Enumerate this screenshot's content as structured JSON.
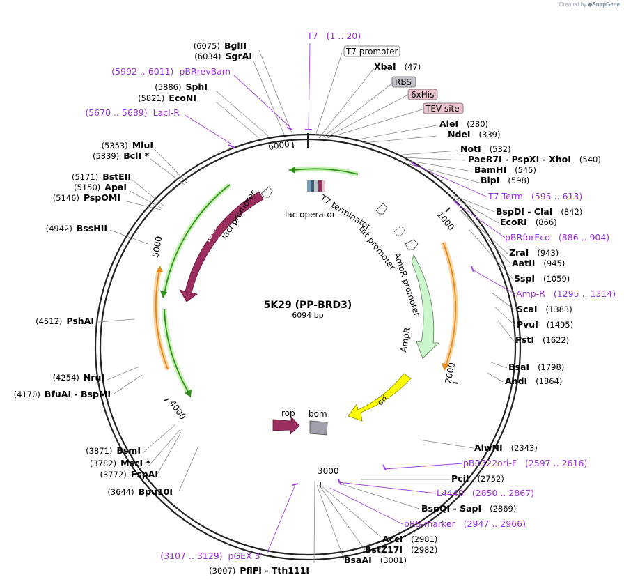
{
  "watermark": {
    "prefix": "Created by",
    "brand": "SnapGene"
  },
  "plasmid": {
    "name": "5K29 (PP-BRD3)",
    "length_label": "6094 bp",
    "length": 6094
  },
  "ticks": [
    "1000",
    "2000",
    "3000",
    "4000",
    "5000",
    "6000"
  ],
  "labels": [
    {
      "pos": "(6075)",
      "name": "BglII"
    },
    {
      "pos": "(6034)",
      "name": "SgrAI"
    },
    {
      "pos": "(5886)",
      "name": "SphI"
    },
    {
      "pos": "(5821)",
      "name": "EcoNI"
    },
    {
      "pos": "(5353)",
      "name": "MluI"
    },
    {
      "pos": "(5339)",
      "name": "BclI *"
    },
    {
      "pos": "(5171)",
      "name": "BstEII"
    },
    {
      "pos": "(5150)",
      "name": "ApaI"
    },
    {
      "pos": "(5146)",
      "name": "PspOMI"
    },
    {
      "pos": "(4942)",
      "name": "BssHII"
    },
    {
      "pos": "(4512)",
      "name": "PshAI"
    },
    {
      "pos": "(4254)",
      "name": "NruI"
    },
    {
      "pos": "(4170)",
      "name": "BfuAI  -  BspMI"
    },
    {
      "pos": "(3871)",
      "name": "BsmI"
    },
    {
      "pos": "(3782)",
      "name": "MscI *"
    },
    {
      "pos": "(3772)",
      "name": "FspAI"
    },
    {
      "pos": "(3644)",
      "name": "Bpu10I"
    },
    {
      "pos": "(3007)",
      "name": "PflFI  -  Tth111I"
    },
    {
      "pos": "(47)",
      "name": "XbaI"
    },
    {
      "pos": "(280)",
      "name": "AleI"
    },
    {
      "pos": "(339)",
      "name": "NdeI"
    },
    {
      "pos": "(532)",
      "name": "NotI"
    },
    {
      "pos": "(540)",
      "name": "PaeR7I  -  PspXI  -  XhoI"
    },
    {
      "pos": "(545)",
      "name": "BamHI"
    },
    {
      "pos": "(598)",
      "name": "BlpI"
    },
    {
      "pos": "(842)",
      "name": "BspDI  -  ClaI"
    },
    {
      "pos": "(866)",
      "name": "EcoRI"
    },
    {
      "pos": "(943)",
      "name": "ZraI"
    },
    {
      "pos": "(945)",
      "name": "AatII"
    },
    {
      "pos": "(1059)",
      "name": "SspI"
    },
    {
      "pos": "(1383)",
      "name": "ScaI"
    },
    {
      "pos": "(1495)",
      "name": "PvuI"
    },
    {
      "pos": "(1622)",
      "name": "PstI"
    },
    {
      "pos": "(1798)",
      "name": "BsaI"
    },
    {
      "pos": "(1864)",
      "name": "AhdI"
    },
    {
      "pos": "(2343)",
      "name": "AlwNI"
    },
    {
      "pos": "(2752)",
      "name": "PciI"
    },
    {
      "pos": "(2869)",
      "name": "BspQI  -  SapI"
    },
    {
      "pos": "(2981)",
      "name": "AccI"
    },
    {
      "pos": "(2982)",
      "name": "BstZ17I"
    },
    {
      "pos": "(3001)",
      "name": "BsaAI"
    }
  ],
  "primers": [
    {
      "name": "T7",
      "range": "(1 .. 20)"
    },
    {
      "name": "pBRrevBam",
      "range": "(5992 .. 6011)"
    },
    {
      "name": "LacI-R",
      "range": "(5670 .. 5689)"
    },
    {
      "name": "T7 Term",
      "range": "(595 .. 613)"
    },
    {
      "name": "pBRforEco",
      "range": "(886 .. 904)"
    },
    {
      "name": "Amp-R",
      "range": "(1295 .. 1314)"
    },
    {
      "name": "pBR322ori-F",
      "range": "(2597 .. 2616)"
    },
    {
      "name": "L4440",
      "range": "(2850 .. 2867)"
    },
    {
      "name": "pRS-marker",
      "range": "(2947 .. 2966)"
    },
    {
      "name": "pGEX 3'",
      "range": "(3107 .. 3129)"
    }
  ],
  "boxed_features": [
    "T7 promoter",
    "RBS",
    "6xHis",
    "TEV site"
  ],
  "features": [
    "lacI",
    "lacI promoter",
    "lac operator",
    "T7 terminator",
    "tet promoter",
    "AmpR promoter",
    "AmpR",
    "ori",
    "rop",
    "bom"
  ],
  "colors": {
    "lacI": "#9b2d5f",
    "ampr": "#ccf7cc",
    "ori": "#ffff00",
    "rop": "#9b2d5f",
    "bom": "#a0a0ad",
    "primer": "#9b30d9",
    "orf_arrow": "#2f8f1a",
    "orange_arrow": "#e08a1e",
    "box_tev": "#e8c2cc",
    "box_rbs": "#bfc3c8"
  }
}
